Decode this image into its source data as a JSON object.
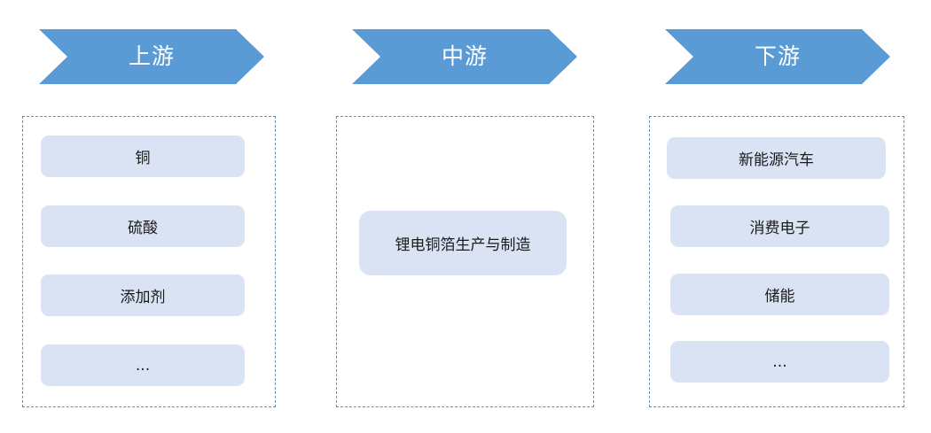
{
  "colors": {
    "header_fill": "#5b9bd5",
    "item_fill": "#dae3f3",
    "panel_border": "#5b8fc0"
  },
  "upstream": {
    "title": "上游",
    "items": [
      "铜",
      "硫酸",
      "添加剂",
      "..."
    ]
  },
  "midstream": {
    "title": "中游",
    "items": [
      "锂电铜箔生产与制造"
    ]
  },
  "downstream": {
    "title": "下游",
    "items": [
      "新能源汽车",
      "消费电子",
      "储能",
      "..."
    ]
  }
}
